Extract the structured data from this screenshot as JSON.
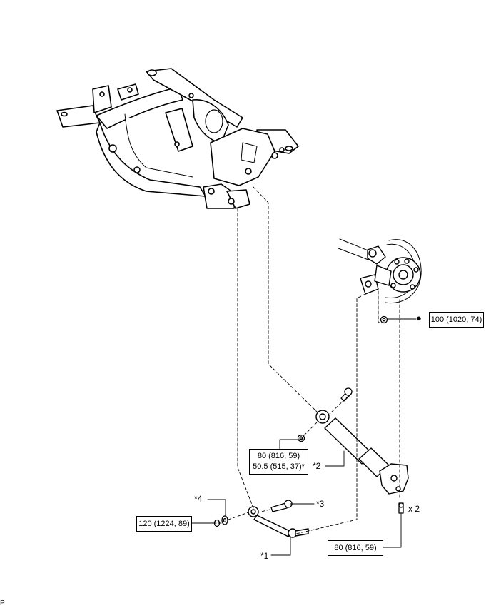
{
  "torques": {
    "knuckle_nut": "100 (1020, 74)",
    "shock_upper_nut_line1": "80 (816, 59)",
    "shock_upper_nut_line2": "50.5 (515, 37)*",
    "arm_nut": "120 (1224, 89)",
    "shock_lower_bolt": "80 (816, 59)"
  },
  "callouts": {
    "ref1": "*1",
    "ref2": "*2",
    "ref3": "*3",
    "ref4": "*4",
    "qty_bolts": "x 2"
  },
  "marks": {
    "nonreusable_symbol": "●"
  },
  "footer": {
    "corner_code": "P"
  },
  "colors": {
    "line": "#000000",
    "background": "#ffffff"
  }
}
